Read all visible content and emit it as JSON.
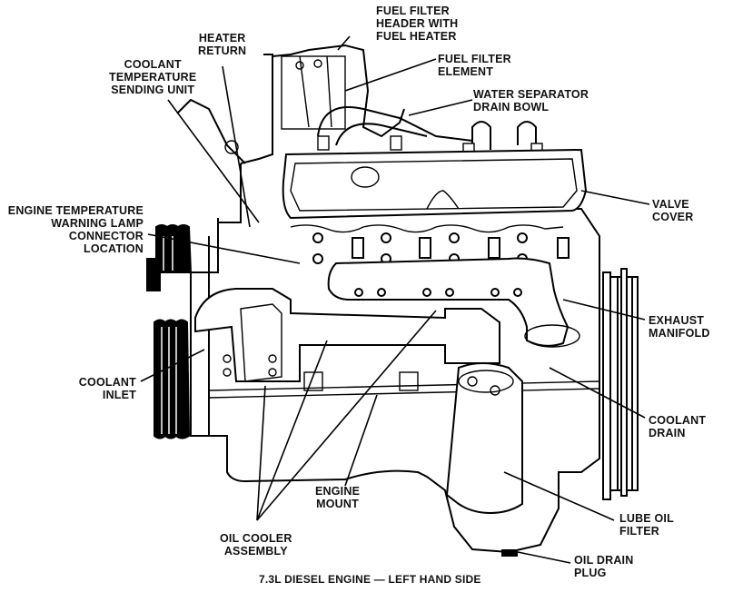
{
  "figure": {
    "caption": "7.3L DIESEL ENGINE — LEFT HAND SIDE",
    "labels": {
      "heater_return": [
        "HEATER",
        "RETURN"
      ],
      "coolant_temp_sending_unit": [
        "COOLANT",
        "TEMPERATURE",
        "SENDING UNIT"
      ],
      "fuel_filter_header": [
        "FUEL FILTER",
        "HEADER WITH",
        "FUEL HEATER"
      ],
      "fuel_filter_element": [
        "FUEL FILTER",
        "ELEMENT"
      ],
      "water_separator_drain_bowl": [
        "WATER SEPARATOR",
        "DRAIN BOWL"
      ],
      "valve_cover": [
        "VALVE",
        "COVER"
      ],
      "engine_temp_warning_lamp": [
        "ENGINE TEMPERATURE",
        "WARNING LAMP",
        "CONNECTOR",
        "LOCATION"
      ],
      "exhaust_manifold": [
        "EXHAUST",
        "MANIFOLD"
      ],
      "coolant_inlet": [
        "COOLANT",
        "INLET"
      ],
      "coolant_drain": [
        "COOLANT",
        "DRAIN"
      ],
      "engine_mount": [
        "ENGINE",
        "MOUNT"
      ],
      "oil_cooler_assembly": [
        "OIL COOLER",
        "ASSEMBLY"
      ],
      "lube_oil_filter": [
        "LUBE OIL",
        "FILTER"
      ],
      "oil_drain_plug": [
        "OIL DRAIN",
        "PLUG"
      ]
    }
  }
}
